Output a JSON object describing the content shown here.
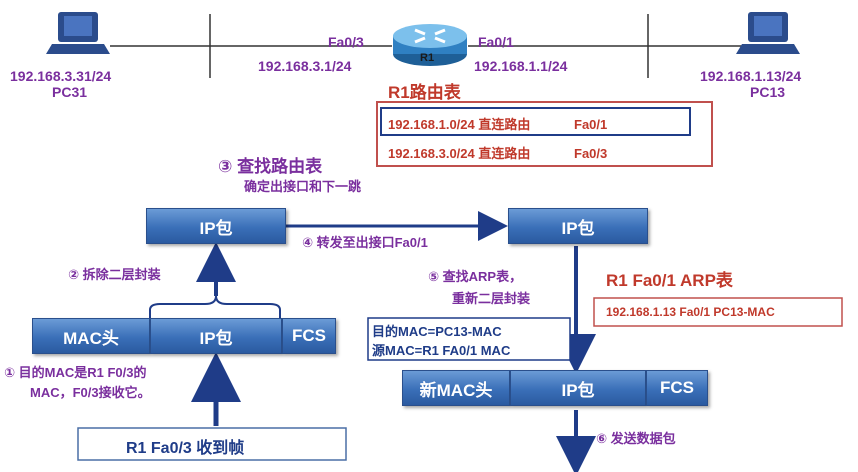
{
  "topology": {
    "left_pc_ip": "192.168.3.31/24",
    "left_pc_name": "PC31",
    "right_pc_ip": "192.168.1.13/24",
    "right_pc_name": "PC13",
    "router_name": "R1",
    "left_if": "Fa0/3",
    "right_if": "Fa0/1",
    "left_if_ip": "192.168.3.1/24",
    "right_if_ip": "192.168.1.1/24"
  },
  "routing_table": {
    "title": "R1路由表",
    "rows": [
      {
        "net": "192.168.1.0/24",
        "type": "直连路由",
        "iface": "Fa0/1"
      },
      {
        "net": "192.168.3.0/24",
        "type": "直连路由",
        "iface": "Fa0/3"
      }
    ]
  },
  "steps": {
    "s1_line1": "① 目的MAC是R1 F0/3的",
    "s1_line2": "MAC，F0/3接收它。",
    "s2": "② 拆除二层封装",
    "s3_title": "③ 查找路由表",
    "s3_sub": "确定出接口和下一跳",
    "s4": "④ 转发至出接口Fa0/1",
    "s5_line1": "⑤ 查找ARP表，",
    "s5_line2": "重新二层封装",
    "s6": "⑥ 发送数据包"
  },
  "blocks": {
    "ip_packet": "IP包",
    "mac_header": "MAC头",
    "fcs": "FCS",
    "new_mac_header": "新MAC头"
  },
  "received_frame": "R1 Fa0/3 收到帧",
  "mac_info": {
    "dst": "目的MAC=PC13-MAC",
    "src": "源MAC=R1 FA0/1 MAC"
  },
  "arp_table": {
    "title": "R1 Fa0/1 ARP表",
    "entry": "192.168.1.13  Fa0/1  PC13-MAC"
  }
}
